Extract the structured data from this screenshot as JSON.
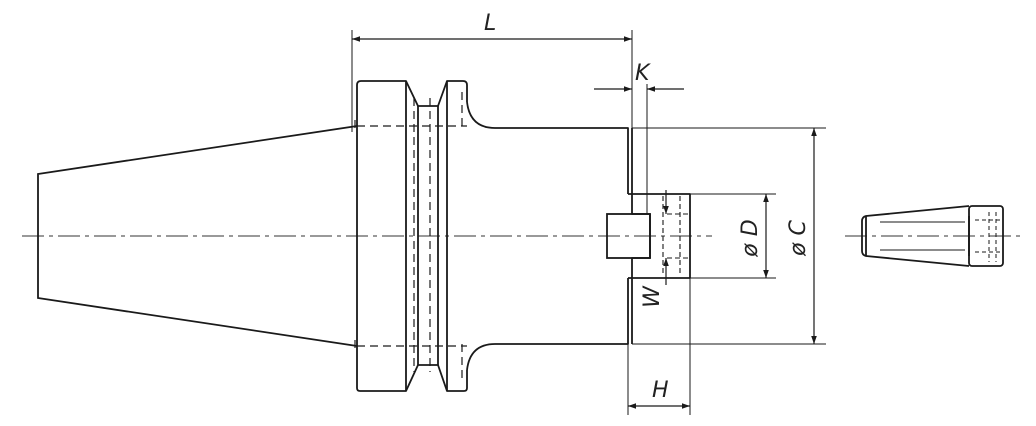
{
  "drawing": {
    "line_color": "#1a1a1a",
    "dimension_labels": {
      "L": "L",
      "K": "K",
      "D": "ø D",
      "C": "ø C",
      "W": "W",
      "H": "H"
    }
  }
}
